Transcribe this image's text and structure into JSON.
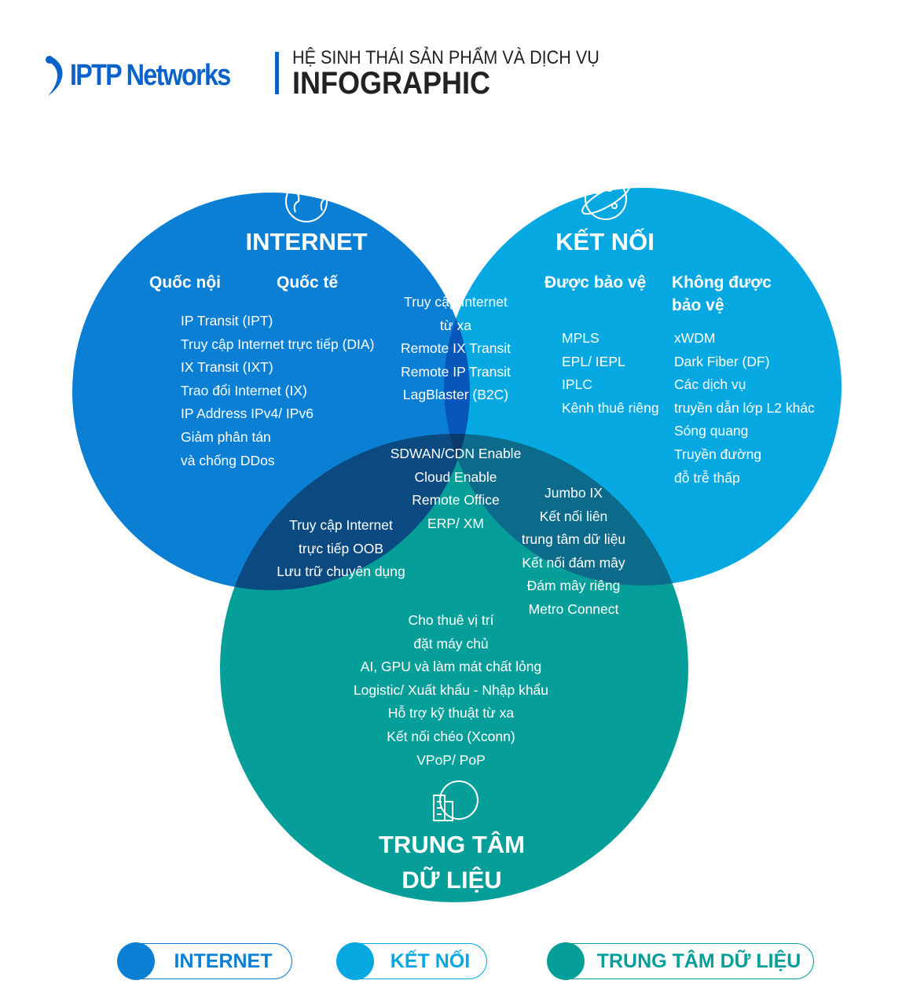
{
  "header": {
    "brand": "IPTP Networks",
    "subtitle": "HỆ SINH THÁI SẢN PHẨM VÀ DỊCH VỤ",
    "title": "INFOGRAPHIC"
  },
  "colors": {
    "internet": "#0a7fd4",
    "ket_noi": "#05a8e1",
    "data_center": "#069e99",
    "internet_ket_noi": "#0756b9",
    "internet_dc": "#0b4a80",
    "ket_noi_dc": "#0c6a8a",
    "all": "#0a3a6c"
  },
  "internet": {
    "title": "INTERNET",
    "col1": "Quốc nội",
    "col2": "Quốc tế",
    "items": [
      "IP Transit (IPT)",
      "Truy cập Internet trực tiếp (DIA)",
      "IX Transit (IXT)",
      "Trao đổi Internet (IX)",
      "IP Address IPv4/ IPv6",
      "Giảm phân tán",
      "và chống DDos"
    ]
  },
  "ket_noi": {
    "title": "KẾT NỐI",
    "col1": "Được bảo vệ",
    "col2": "Không được bảo vệ",
    "items1": [
      "MPLS",
      "EPL/ IEPL",
      "IPLC",
      "Kênh thuê riêng"
    ],
    "items2": [
      "xWDM",
      "Dark Fiber (DF)",
      "Các dịch vụ",
      "truyền dẫn lớp L2 khác",
      "Sóng quang",
      "Truyền đường",
      "đỗ trễ thấp"
    ]
  },
  "internet_ket_noi": {
    "items": [
      "Truy cập Internet",
      "từ xa",
      "Remote IX Transit",
      "Remote IP Transit",
      "LagBlaster (B2C)"
    ]
  },
  "all": {
    "items": [
      "SDWAN/CDN Enable",
      "Cloud Enable",
      "Remote Office",
      "ERP/ XM"
    ]
  },
  "internet_dc": {
    "items": [
      "Truy cập Internet",
      "trực tiếp OOB",
      "Lưu trữ chuyên dụng"
    ]
  },
  "ket_noi_dc": {
    "items": [
      "Jumbo IX",
      "Kết nối liên",
      "trung tâm dữ liệu",
      "Kết nối đám mây",
      "Đám mây riêng",
      "Metro Connect"
    ]
  },
  "data_center": {
    "title1": "TRUNG TÂM",
    "title2": "DỮ LIỆU",
    "items": [
      "Cho thuê vị trí",
      "đặt máy chủ",
      "AI, GPU và làm mát chất lỏng",
      "Logistic/ Xuất khẩu - Nhập khẩu",
      "Hỗ trợ kỹ thuật từ xa",
      "Kết nối chéo (Xconn)",
      "VPoP/ PoP"
    ]
  },
  "legend": [
    "INTERNET",
    "KẾT NỐI",
    "TRUNG TÂM DỮ LIỆU"
  ]
}
